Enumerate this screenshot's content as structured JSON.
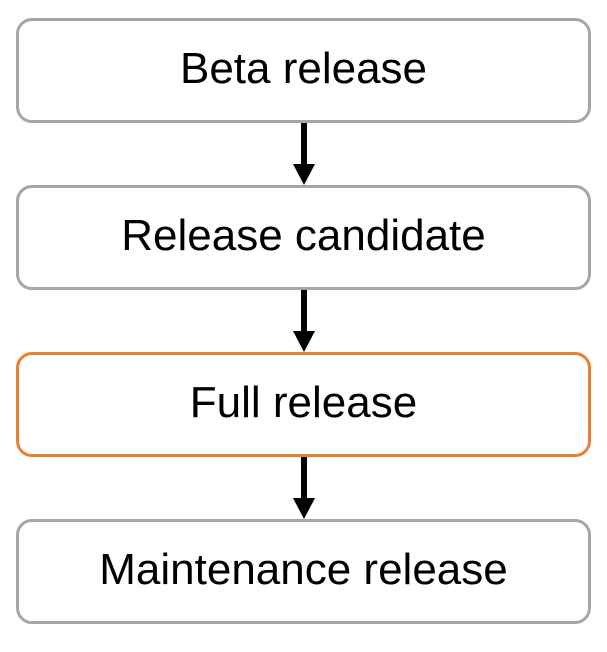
{
  "diagram": {
    "type": "flowchart",
    "direction": "top-down",
    "nodes": [
      {
        "id": "beta-release",
        "label": "Beta release",
        "highlighted": false
      },
      {
        "id": "release-candidate",
        "label": "Release candidate",
        "highlighted": false
      },
      {
        "id": "full-release",
        "label": "Full release",
        "highlighted": true
      },
      {
        "id": "maintenance-release",
        "label": "Maintenance release",
        "highlighted": false
      }
    ],
    "connectors": [
      {
        "from": "beta-release",
        "to": "release-candidate",
        "style": "arrow-down"
      },
      {
        "from": "release-candidate",
        "to": "full-release",
        "style": "arrow-down"
      },
      {
        "from": "full-release",
        "to": "maintenance-release",
        "style": "arrow-down"
      }
    ]
  },
  "colors": {
    "node_border_default": "#A6A6A6",
    "node_border_highlight": "#ED7D31",
    "node_fill": "#FFFFFF",
    "text": "#000000",
    "arrow": "#000000",
    "background": "#FFFFFF"
  }
}
